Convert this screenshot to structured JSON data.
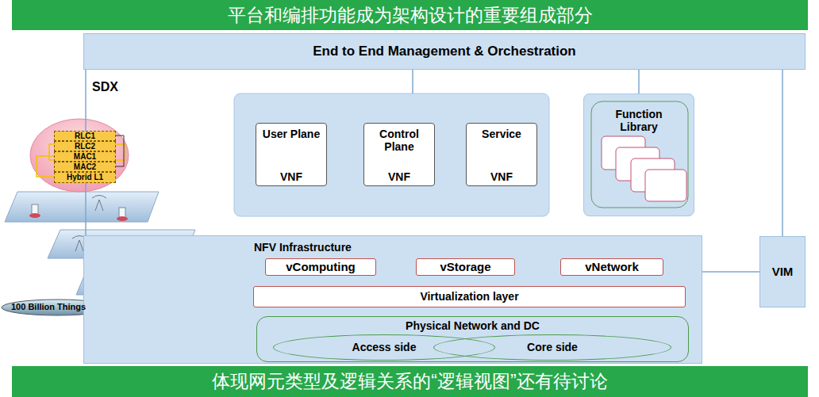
{
  "diagram": {
    "title": "平台和编排功能成为架构设计的重要组成部分",
    "caption": "体现网元类型及逻辑关系的“逻辑视图”还有待讨论",
    "nodes": [
      {
        "text": [
          "End to End Management & Orchestration"
        ]
      },
      {
        "text": [
          "User Plane",
          "VNF"
        ]
      },
      {
        "text": [
          "Control Plane",
          "VNF"
        ]
      },
      {
        "text": [
          "Service",
          "VNF"
        ]
      },
      {
        "text": [
          "Function Library"
        ]
      },
      {
        "text": [
          "RLC1"
        ]
      },
      {
        "text": [
          "RLC2"
        ]
      },
      {
        "text": [
          "MAC1"
        ]
      },
      {
        "text": [
          "MAC2"
        ]
      },
      {
        "text": [
          "Hybrid L1"
        ]
      },
      {
        "text": [
          "NFV Infrastructure"
        ]
      },
      {
        "text": [
          "vComputing"
        ],
        "in": 10
      },
      {
        "text": [
          "vStorage"
        ],
        "in": 10
      },
      {
        "text": [
          "vNetwork"
        ],
        "in": 10
      },
      {
        "text": [
          "Virtualization layer"
        ],
        "in": 10
      },
      {
        "text": [
          "Physical Network and DC"
        ],
        "in": 10
      },
      {
        "text": [
          "Access side"
        ],
        "in": 15
      },
      {
        "text": [
          "Core side"
        ],
        "in": 15
      },
      {
        "text": [
          "VIM"
        ]
      }
    ],
    "edges": [
      {
        "from": 0,
        "to": 10,
        "arrow": "none"
      },
      {
        "from": 0,
        "to": 4,
        "arrow": "none"
      },
      {
        "from": 0,
        "to": 18,
        "arrow": "none"
      },
      {
        "from": 18,
        "to": 10,
        "arrow": "none"
      }
    ],
    "labels": [
      "SDX",
      "100 Billion Things"
    ]
  }
}
